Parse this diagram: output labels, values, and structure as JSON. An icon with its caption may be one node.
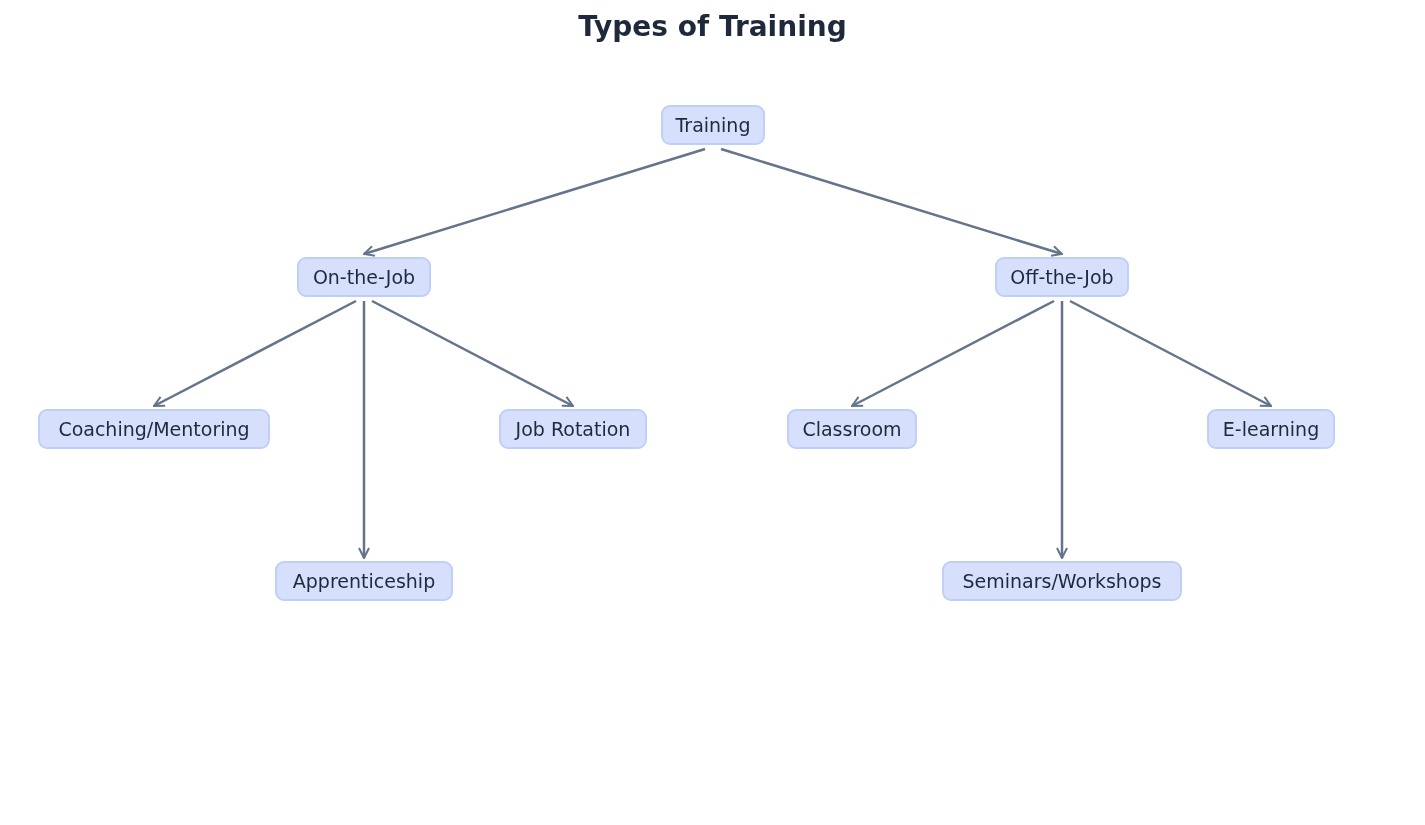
{
  "diagram": {
    "title": "Types of Training",
    "nodes": [
      {
        "text": [
          "Training"
        ]
      },
      {
        "text": [
          "On-the-Job"
        ]
      },
      {
        "text": [
          "Off-the-Job"
        ]
      },
      {
        "text": [
          "Coaching/Mentoring"
        ]
      },
      {
        "text": [
          "Job Rotation"
        ]
      },
      {
        "text": [
          "Classroom"
        ]
      },
      {
        "text": [
          "E-learning"
        ]
      },
      {
        "text": [
          "Apprenticeship"
        ]
      },
      {
        "text": [
          "Seminars/Workshops"
        ]
      }
    ],
    "edges": [
      {
        "from": 0,
        "to": 1,
        "arrow": "to"
      },
      {
        "from": 0,
        "to": 2,
        "arrow": "to"
      },
      {
        "from": 1,
        "to": 3,
        "arrow": "to"
      },
      {
        "from": 1,
        "to": 7,
        "arrow": "to"
      },
      {
        "from": 1,
        "to": 4,
        "arrow": "to"
      },
      {
        "from": 2,
        "to": 5,
        "arrow": "to"
      },
      {
        "from": 2,
        "to": 8,
        "arrow": "to"
      },
      {
        "from": 2,
        "to": 6,
        "arrow": "to"
      }
    ]
  }
}
